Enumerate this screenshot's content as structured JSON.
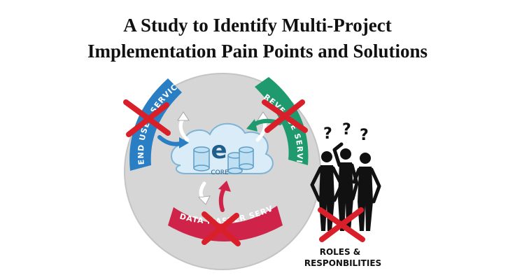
{
  "title": {
    "line1": "A Study to Identify Multi-Project",
    "line2": "Implementation  Pain Points and Solutions"
  },
  "diagram": {
    "core_label": "CORE",
    "core_letter": "e",
    "banner_left": "END USER SERVICES",
    "banner_right": "REVENUE SERVICES",
    "banner_bottom": "DATA MASTER SERVICES",
    "question_mark": "?",
    "roles_line1": "ROLES &",
    "roles_line2": "RESPONBILITIES"
  },
  "colors": {
    "title": "#111111",
    "ring": "#d6d6d6",
    "cloud": "#d9ecf7",
    "cloud_outline": "#7fb4d6",
    "banner_blue": "#2a7fc4",
    "banner_green": "#1e9a6e",
    "banner_red": "#d0234a",
    "cross": "#d81f2a",
    "arrow_white": "#ffffff",
    "arrow_blue": "#2a7fc4",
    "arrow_green": "#1e9a6e",
    "arrow_red": "#d0234a",
    "people": "#111111"
  }
}
